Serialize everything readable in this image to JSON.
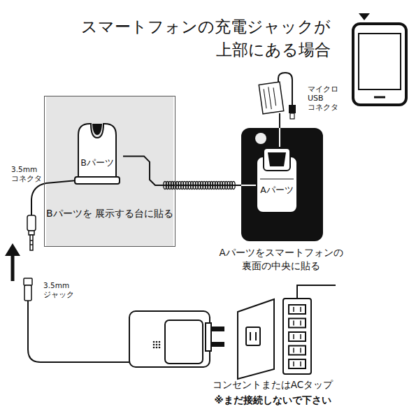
{
  "diagram": {
    "title": "スマートフォンの充電ジャックが 上部にある場合",
    "nodes": [
      {
        "text": [
          "Bパーツを 展示する台に貼る"
        ]
      },
      {
        "text": [
          "Bパーツ"
        ],
        "in": 0
      },
      {
        "text": [
          "Aパーツをスマートフォンの 裏面の中央に貼る"
        ]
      },
      {
        "text": [
          "Aパーツ"
        ],
        "in": 2
      }
    ],
    "edges": [
      {
        "from": 1,
        "to": 3,
        "arrow": "none"
      }
    ],
    "labels": [
      "3.5mm コネクタ",
      "マイクロ USB コネクタ",
      "3.5mm ジャック",
      "コンセントまたはACタップ",
      "※まだ接続しないで下さい"
    ]
  }
}
